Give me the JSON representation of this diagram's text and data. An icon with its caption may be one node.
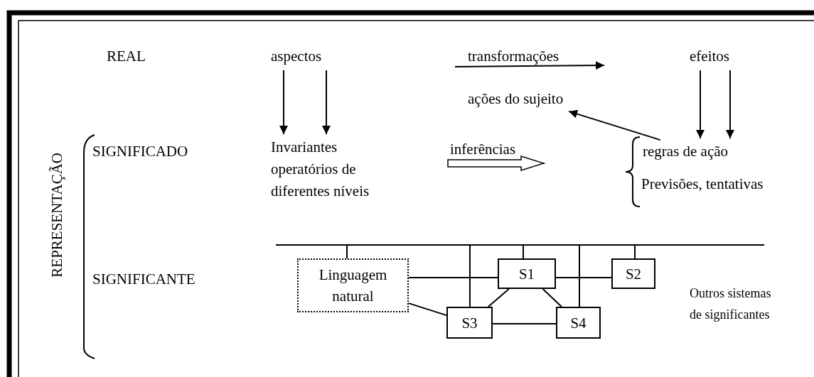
{
  "diagram": {
    "nodes": [
      {
        "text": [
          "aspectos"
        ]
      },
      {
        "text": [
          "efeitos"
        ]
      },
      {
        "text": [
          "ações do sujeito"
        ]
      },
      {
        "text": [
          "Invariantes operatórios de diferentes níveis"
        ]
      },
      {
        "text": [
          "regras de ação"
        ]
      },
      {
        "text": [],
        "shape": "bar"
      },
      {
        "text": [
          "Linguagem natural"
        ]
      },
      {
        "text": [
          "S1"
        ]
      },
      {
        "text": [
          "S2"
        ]
      },
      {
        "text": [
          "S3"
        ]
      },
      {
        "text": [
          "S4"
        ]
      }
    ],
    "edges": [
      {
        "from": 0,
        "to": 3,
        "arrow": "to"
      },
      {
        "from": 0,
        "to": 3,
        "arrow": "to"
      },
      {
        "from": 1,
        "to": 4,
        "arrow": "to"
      },
      {
        "from": 1,
        "to": 4,
        "arrow": "to"
      },
      {
        "from": 4,
        "to": 2,
        "arrow": "to"
      },
      {
        "from": 5,
        "to": 6,
        "arrow": "none"
      },
      {
        "from": 5,
        "to": 9,
        "arrow": "none"
      },
      {
        "from": 5,
        "to": 7,
        "arrow": "none"
      },
      {
        "from": 5,
        "to": 10,
        "arrow": "none"
      },
      {
        "from": 5,
        "to": 8,
        "arrow": "none"
      },
      {
        "from": 6,
        "to": 7,
        "arrow": "none"
      },
      {
        "from": 7,
        "to": 8,
        "arrow": "none"
      },
      {
        "from": 6,
        "to": 9,
        "arrow": "none"
      },
      {
        "from": 7,
        "to": 9,
        "arrow": "none"
      },
      {
        "from": 7,
        "to": 10,
        "arrow": "none"
      },
      {
        "from": 9,
        "to": 10,
        "arrow": "none"
      }
    ],
    "labels": [
      "REAL",
      "transformações",
      "SIGNIFICADO",
      "inferências",
      "Previsões, tentativas",
      "REPRESENTAÇÃO",
      "SIGNIFICANTE",
      "Outros sistemas de significantes"
    ]
  }
}
